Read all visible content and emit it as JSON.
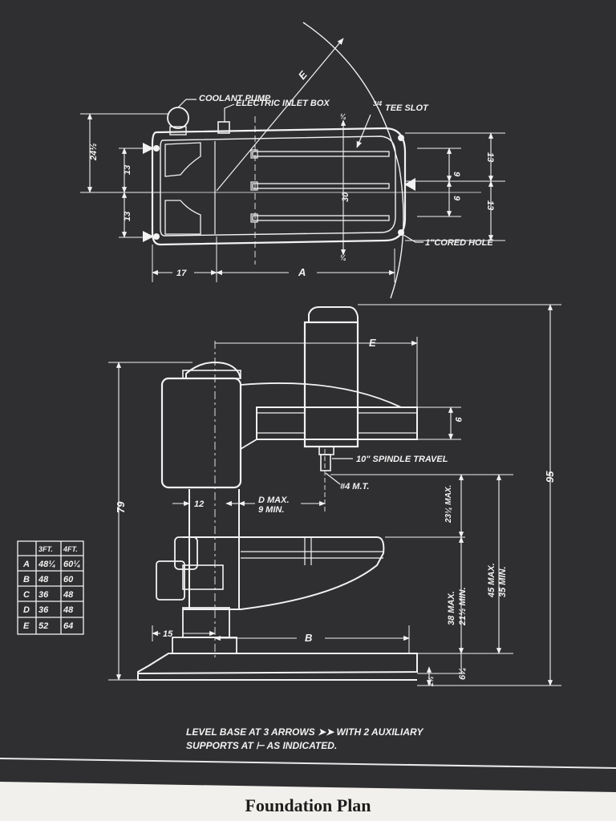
{
  "caption": "Foundation Plan",
  "colors": {
    "paper": "#f1f0ec",
    "plate": "#2f2f31",
    "ink": "#f2f2f2"
  },
  "plan_view": {
    "labels": {
      "coolant_pump": "COOLANT PUMP",
      "electric_inlet_box": "ELECTRIC INLET BOX",
      "tee_slot": "TEE SLOT",
      "tee_slot_fraction": "3/4",
      "cored_hole": "1\"CORED HOLE",
      "radius": "E"
    },
    "dimensions": {
      "overall_depth": "24½",
      "left_upper": "13",
      "left_lower": "13",
      "center": "30",
      "slot_upper": "9",
      "slot_lower": "9",
      "right_upper": "13",
      "right_lower": "13",
      "left_offset": "17",
      "length": "A",
      "quarter_top": "¼",
      "quarter_bottom": "¼"
    }
  },
  "elevation_view": {
    "labels": {
      "spindle_travel": "10\" SPINDLE TRAVEL",
      "taper": "#4 M.T."
    },
    "dimensions": {
      "reach": "E",
      "arm_height": "9",
      "overall_height": "95",
      "column_height": "79",
      "column_dia": "12",
      "d_max": "D MAX.",
      "d_min": "9 MIN.",
      "spindle_to_table": "23¼ MAX.",
      "spindle_to_floor_max": "45 MAX.",
      "spindle_to_floor_min": "35 MIN.",
      "table_max": "38 MAX.",
      "table_min": "21½ MIN.",
      "base_offset": "15",
      "base_length": "B",
      "base_height": "6¼",
      "base_plate": "2½"
    }
  },
  "size_table": {
    "headers": [
      "",
      "3FT.",
      "4FT."
    ],
    "rows": [
      [
        "A",
        "48¼",
        "60¼"
      ],
      [
        "B",
        "48",
        "60"
      ],
      [
        "C",
        "36",
        "48"
      ],
      [
        "D",
        "36",
        "48"
      ],
      [
        "E",
        "52",
        "64"
      ]
    ]
  },
  "note": {
    "line1": "LEVEL BASE AT 3 ARROWS ➤➤ WITH 2 AUXILIARY",
    "line2": "SUPPORTS AT ⊢ AS INDICATED."
  }
}
